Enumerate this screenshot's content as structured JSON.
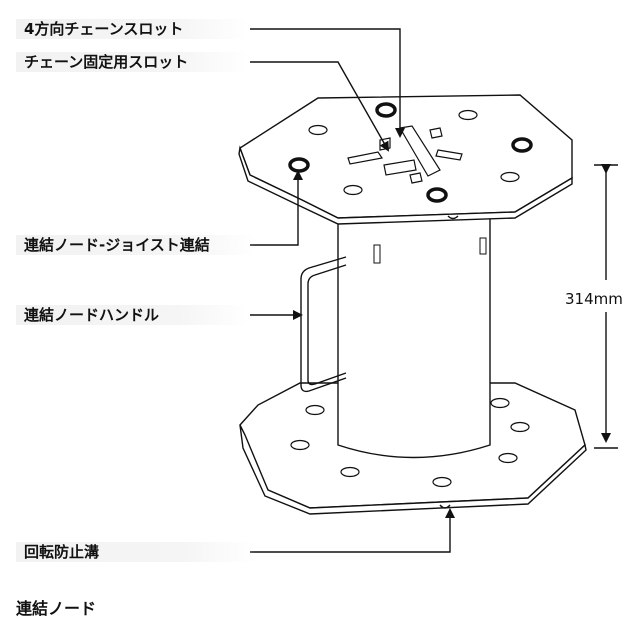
{
  "labels": {
    "chain_slot_4way": "4方向チェーンスロット",
    "chain_fix_slot": "チェーン固定用スロット",
    "node_joist_link": "連結ノード-ジョイスト連結",
    "node_handle": "連結ノードハンドル",
    "anti_rotation_groove": "回転防止溝"
  },
  "dimension": "314mm",
  "caption": "連結ノード",
  "colors": {
    "line": "#111111",
    "label_bg": "#f2f2f2",
    "background": "#ffffff"
  }
}
